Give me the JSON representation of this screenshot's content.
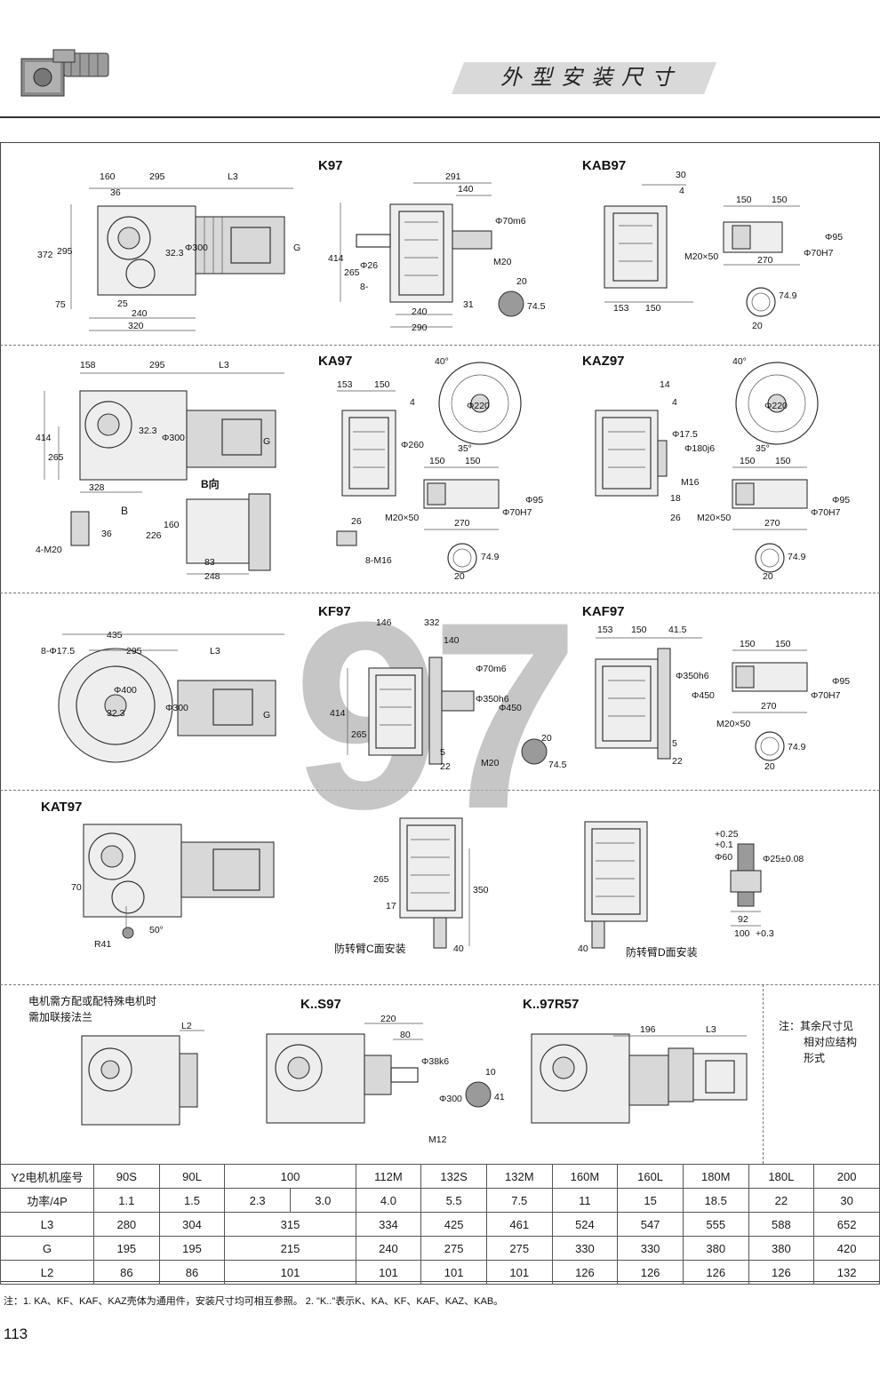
{
  "header": {
    "title": "外型安装尺寸"
  },
  "watermark": "97",
  "sections": {
    "k97": {
      "label": "K97",
      "side_label": "KAB97",
      "dims": [
        "160",
        "295",
        "L3",
        "36",
        "372",
        "295",
        "32.3",
        "Φ300",
        "G",
        "75",
        "25",
        "240",
        "320",
        "291",
        "140",
        "Φ70m6",
        "414",
        "265",
        "Φ26",
        "8-",
        "M20",
        "240",
        "290",
        "31",
        "20",
        "74.5",
        "30",
        "4",
        "150",
        "150",
        "Φ95",
        "Φ70H7",
        "M20×50",
        "270",
        "153",
        "150",
        "74.9",
        "20"
      ]
    },
    "ka97": {
      "label": "KA97",
      "side_label": "KAZ97",
      "view_label": "B向",
      "arrow_label": "B",
      "dims": [
        "158",
        "295",
        "L3",
        "414",
        "265",
        "32.3",
        "Φ300",
        "G",
        "328",
        "4-M20",
        "36",
        "226",
        "160",
        "83",
        "248",
        "153",
        "150",
        "4",
        "Φ260",
        "40°",
        "Φ220",
        "35°",
        "150",
        "150",
        "Φ70H7",
        "Φ95",
        "M20×50",
        "270",
        "26",
        "8-M16",
        "74.9",
        "20",
        "14",
        "4",
        "Φ17.5",
        "Φ180j6",
        "M16",
        "18",
        "26"
      ]
    },
    "kf97": {
      "label": "KF97",
      "side_label": "KAF97",
      "dims": [
        "8-Φ17.5",
        "435",
        "295",
        "L3",
        "Φ400",
        "32.3",
        "Φ300",
        "G",
        "146",
        "332",
        "140",
        "Φ70m6",
        "Φ350h6",
        "Φ450",
        "414",
        "265",
        "5",
        "22",
        "M20",
        "20",
        "74.5",
        "153",
        "150",
        "41.5",
        "Φ350h6",
        "Φ450",
        "5",
        "22",
        "150",
        "150",
        "Φ70H7",
        "Φ95",
        "M20×50",
        "270",
        "74.9",
        "20"
      ]
    },
    "kat97": {
      "label": "KAT97",
      "c_mount": "防转臂C面安装",
      "d_mount": "防转臂D面安装",
      "dims": [
        "70",
        "R41",
        "50°",
        "265",
        "17",
        "350",
        "40",
        "40",
        "Φ60",
        "+0.25",
        "+0.1",
        "Φ25±0.08",
        "92",
        "100",
        "+0.3"
      ]
    },
    "bottom": {
      "flange_note_1": "电机需方配或配特殊电机时",
      "flange_note_2": "需加联接法兰",
      "ks97_label": "K..S97",
      "kr57_label": "K..97R57",
      "side_note_1": "注：其余尺寸见",
      "side_note_2": "相对应结构",
      "side_note_3": "形式",
      "dims": [
        "L2",
        "220",
        "80",
        "Φ38k6",
        "Φ300",
        "M12",
        "10",
        "41",
        "196",
        "L3"
      ]
    }
  },
  "table": {
    "rows": [
      {
        "header": "Y2电机机座号",
        "cells": [
          "90S",
          "90L",
          "100",
          "112M",
          "132S",
          "132M",
          "160M",
          "160L",
          "180M",
          "180L",
          "200"
        ]
      },
      {
        "header": "功率/4P",
        "cells": [
          "1.1",
          "1.5",
          "2.3",
          "3.0",
          "4.0",
          "5.5",
          "7.5",
          "11",
          "15",
          "18.5",
          "22",
          "30"
        ]
      },
      {
        "header": "L3",
        "cells": [
          "280",
          "304",
          "315",
          "334",
          "425",
          "461",
          "524",
          "547",
          "555",
          "588",
          "652"
        ]
      },
      {
        "header": "G",
        "cells": [
          "195",
          "195",
          "215",
          "240",
          "275",
          "275",
          "330",
          "330",
          "380",
          "380",
          "420"
        ]
      },
      {
        "header": "L2",
        "cells": [
          "86",
          "86",
          "101",
          "101",
          "101",
          "101",
          "126",
          "126",
          "126",
          "126",
          "132"
        ]
      }
    ]
  },
  "footnote": "注：1. KA、KF、KAF、KAZ壳体为通用件，安装尺寸均可相互参照。   2. \"K..\"表示K、KA、KF、KAF、KAZ、KAB。",
  "page_number": "113"
}
